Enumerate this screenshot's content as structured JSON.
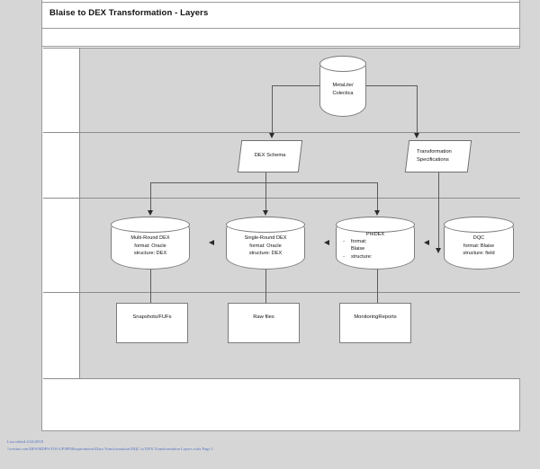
{
  "page": {
    "title": "Blaise to DEX Transformation - Layers"
  },
  "lanes": [
    {
      "label": ""
    },
    {
      "label": ""
    },
    {
      "label": ""
    },
    {
      "label": ""
    }
  ],
  "nodes": {
    "metalite": {
      "type": "cylinder",
      "line1": "MetaLite/",
      "line2": "Colectica"
    },
    "dex_schema": {
      "type": "parallelogram",
      "label": "DEX Schema"
    },
    "transformation_specs": {
      "type": "parallelogram",
      "line1": "Transformation",
      "line2": "Specifications"
    },
    "multi_round_dex": {
      "type": "cylinder",
      "line1": "Multi-Round DEX",
      "line2": "format: Oracle",
      "line3": "structure: DEX"
    },
    "single_round_dex": {
      "type": "cylinder",
      "line1": "Single-Round DEX",
      "line2": "format: Oracle",
      "line3": "structure: DEX"
    },
    "predex": {
      "type": "cylinder",
      "header": "PreDEX",
      "bullets": [
        {
          "marker": "-",
          "text": "format:"
        },
        {
          "marker": "",
          "text": "Blaise"
        },
        {
          "marker": "-",
          "text": "structure:"
        }
      ]
    },
    "dqc": {
      "type": "cylinder",
      "line1": "DQC",
      "line2": "format: Blaise",
      "line3": "structure: field"
    },
    "snapshots": {
      "type": "rectangle",
      "label": "Snapshots/FUFs"
    },
    "raw_files": {
      "type": "rectangle",
      "label": "Raw files"
    },
    "monitoring_reports": {
      "type": "rectangle",
      "label": "MonitoringReports"
    }
  },
  "footer": {
    "line1": "Last edited 4/24/2018",
    "line2": "\\\\westat.com\\DFS\\MDPS\\TOI-UP\\RP\\Requirements\\Data Transformation\\DQC to DEX Transformation Layers.vsdx Page 1"
  },
  "colors": {
    "page_background": "#d6d6d6",
    "lane_body": "#d5d5d5",
    "lane_header": "#ffffff",
    "shape_fill": "#ffffff",
    "shape_stroke": "#7d7d7d",
    "connector": "#5a5a5a",
    "arrowhead": "#2b2b2b",
    "footer_text": "#5572c4"
  }
}
